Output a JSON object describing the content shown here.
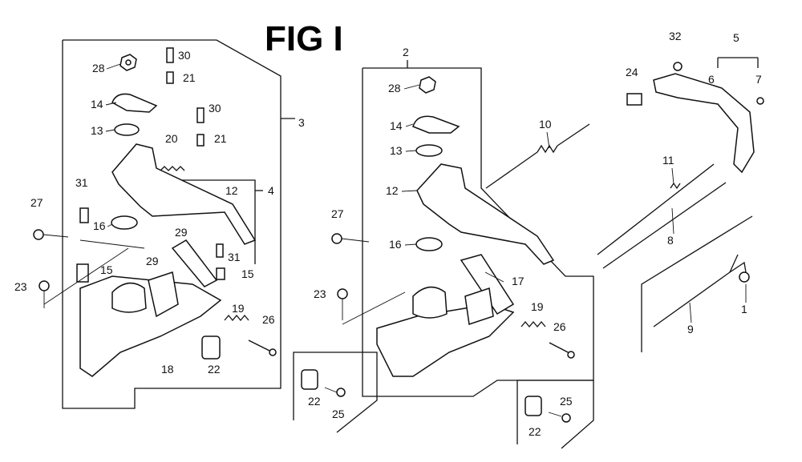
{
  "figure_title": "FIG I",
  "labels": {
    "l1": "1",
    "l2": "2",
    "l3": "3",
    "l4": "4",
    "l5": "5",
    "l6": "6",
    "l7": "7",
    "l8": "8",
    "l9": "9",
    "l10": "10",
    "l11": "11",
    "l12": "12",
    "l13": "13",
    "l14": "14",
    "l15": "15",
    "l16": "16",
    "l17": "17",
    "l18": "18",
    "l19": "19",
    "l20": "20",
    "l21": "21",
    "l22": "22",
    "l23": "23",
    "l24": "24",
    "l25": "25",
    "l26": "26",
    "l27": "27",
    "l28": "28",
    "l29": "29",
    "l30": "30",
    "l31": "31",
    "l32": "32"
  }
}
